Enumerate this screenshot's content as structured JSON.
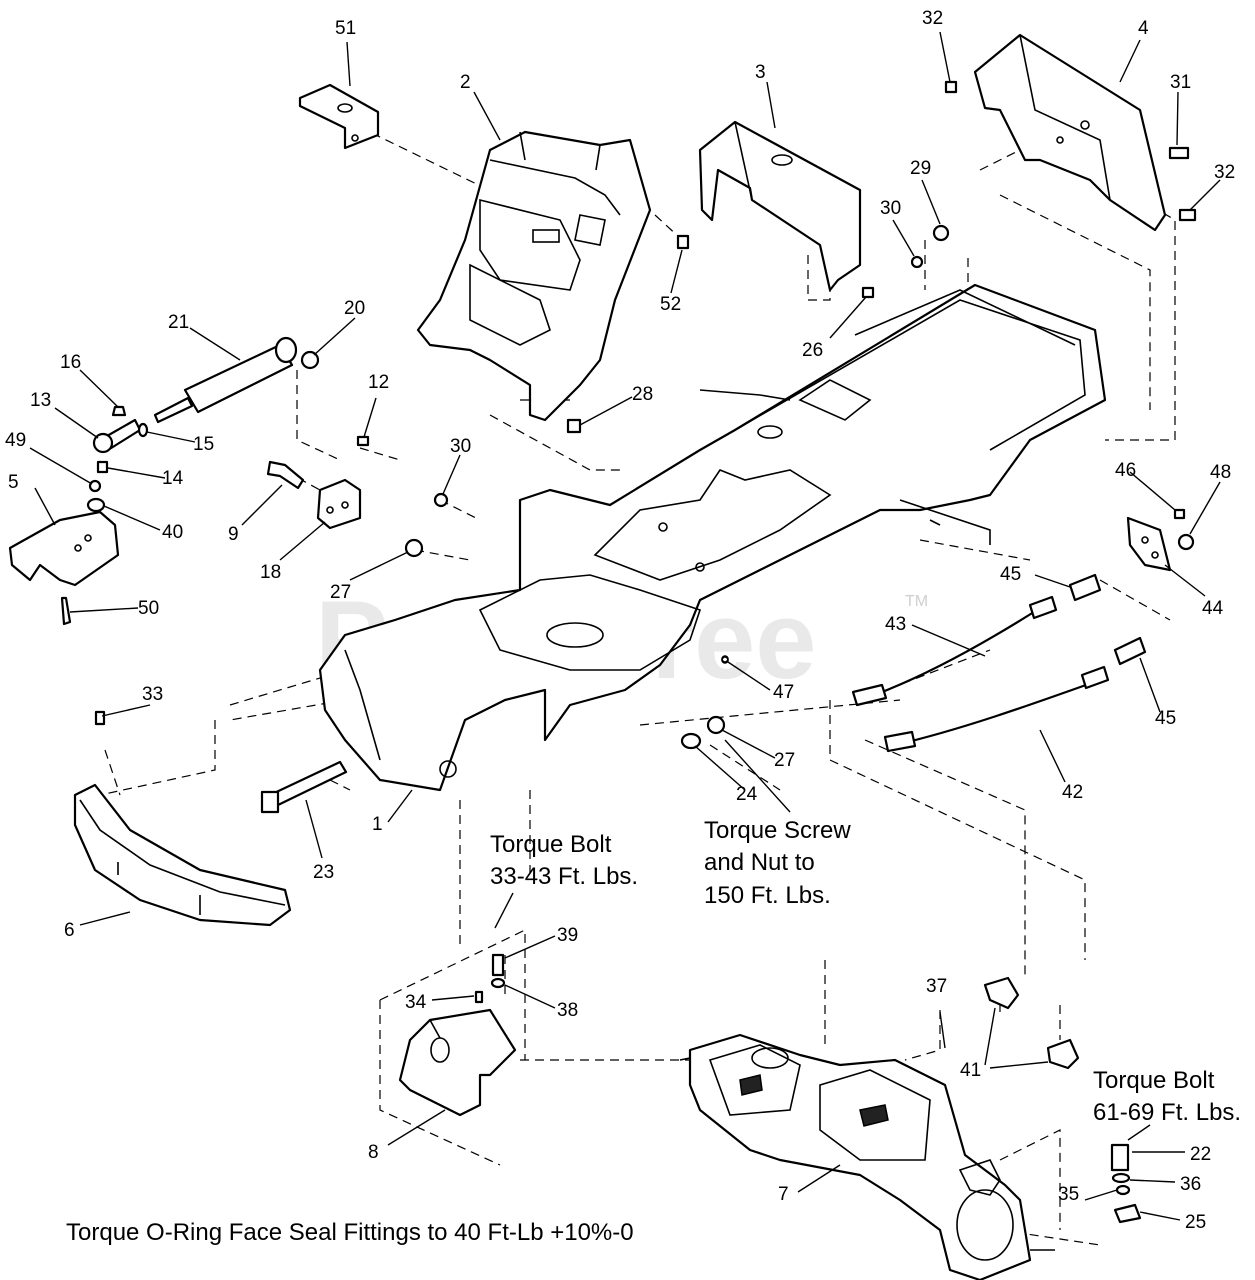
{
  "watermark": {
    "text": "PartsTree",
    "trademark": "TM"
  },
  "notes": {
    "torque_bolt_1_line1": "Torque Bolt",
    "torque_bolt_1_line2": "33-43 Ft. Lbs.",
    "torque_screw_line1": "Torque Screw",
    "torque_screw_line2": "and Nut to",
    "torque_screw_line3": "150 Ft. Lbs.",
    "torque_bolt_2_line1": "Torque Bolt",
    "torque_bolt_2_line2": "61-69 Ft. Lbs.",
    "footer": "Torque O-Ring Face Seal Fittings to 40 Ft-Lb +10%-0"
  },
  "callouts": {
    "c51": "51",
    "c2": "2",
    "c3": "3",
    "c32a": "32",
    "c4": "4",
    "c31": "31",
    "c32b": "32",
    "c29": "29",
    "c30a": "30",
    "c52": "52",
    "c26": "26",
    "c21": "21",
    "c20": "20",
    "c16": "16",
    "c13": "13",
    "c15": "15",
    "c49": "49",
    "c14": "14",
    "c5": "5",
    "c40": "40",
    "c50": "50",
    "c12": "12",
    "c30b": "30",
    "c9": "9",
    "c18": "18",
    "c27a": "27",
    "c28": "28",
    "c46": "46",
    "c48": "48",
    "c45a": "45",
    "c44": "44",
    "c43": "43",
    "c47": "47",
    "c45b": "45",
    "c33": "33",
    "c27b": "27",
    "c24": "24",
    "c42": "42",
    "c1": "1",
    "c23": "23",
    "c6": "6",
    "c39": "39",
    "c34": "34",
    "c38": "38",
    "c37": "37",
    "c41": "41",
    "c8": "8",
    "c7": "7",
    "c22": "22",
    "c35": "35",
    "c36": "36",
    "c25": "25"
  }
}
